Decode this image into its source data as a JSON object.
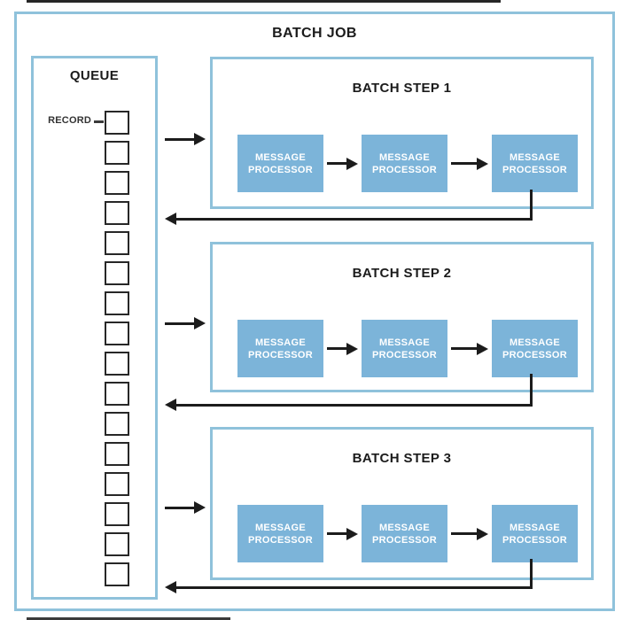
{
  "diagram": {
    "title": "BATCH JOB",
    "queue": {
      "title": "QUEUE",
      "record_label": "RECORD",
      "record_count": 16
    },
    "steps": [
      {
        "label": "BATCH STEP 1",
        "processors": [
          "MESSAGE PROCESSOR",
          "MESSAGE PROCESSOR",
          "MESSAGE PROCESSOR"
        ]
      },
      {
        "label": "BATCH STEP 2",
        "processors": [
          "MESSAGE PROCESSOR",
          "MESSAGE PROCESSOR",
          "MESSAGE PROCESSOR"
        ]
      },
      {
        "label": "BATCH STEP 3",
        "processors": [
          "MESSAGE PROCESSOR",
          "MESSAGE PROCESSOR",
          "MESSAGE PROCESSOR"
        ]
      }
    ],
    "colors": {
      "box_border": "#8FC2DB",
      "processor_fill": "#7CB4D9",
      "arrow": "#1C1C1C"
    }
  }
}
